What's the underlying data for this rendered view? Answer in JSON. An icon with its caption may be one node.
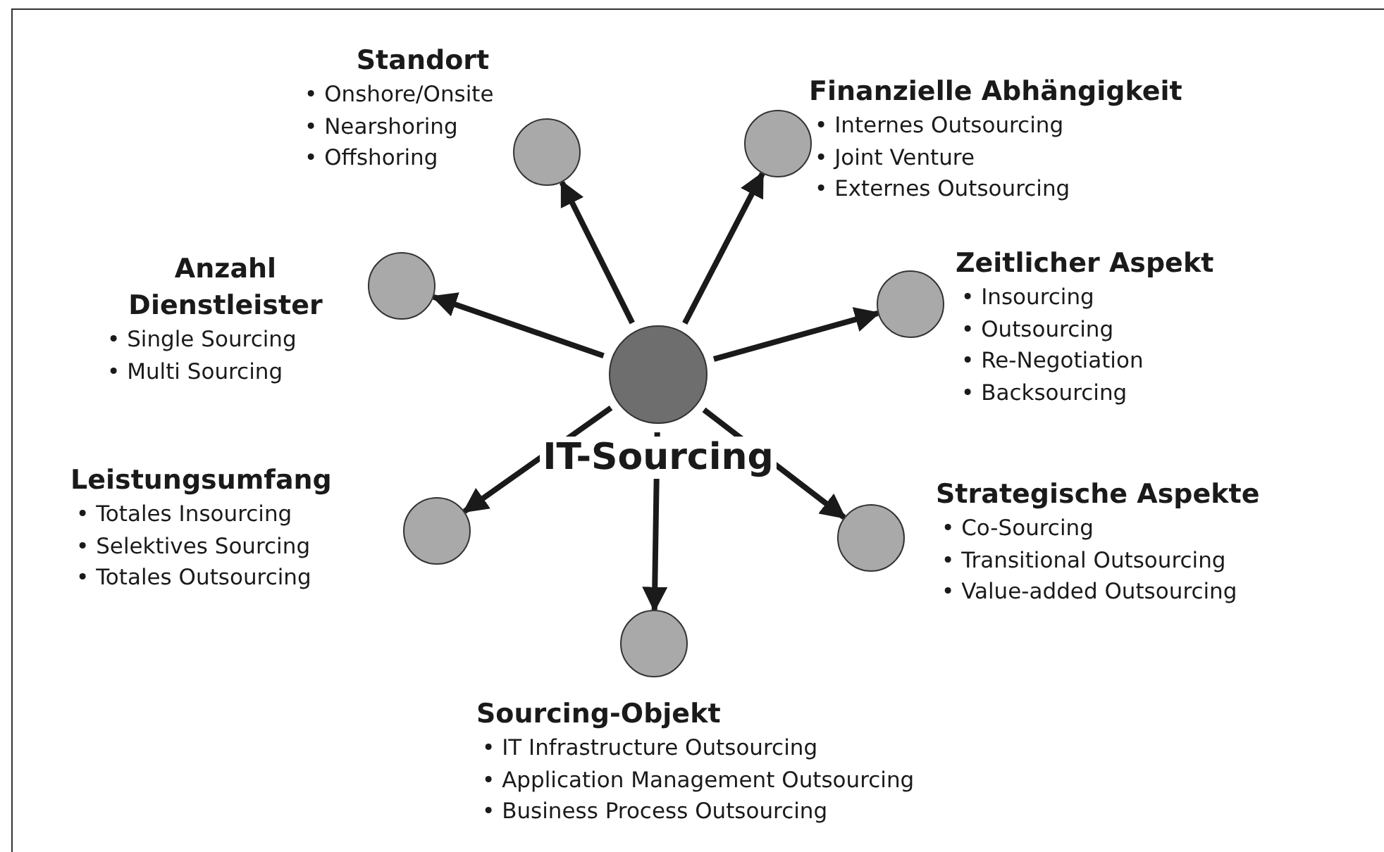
{
  "diagram": {
    "nodes": [
      {
        "text": [],
        "shape": "circle",
        "beside": [
          "Standort",
          "•  Onshore/Onsite",
          "•  Nearshoring",
          "•  Offshoring"
        ]
      },
      {
        "text": [],
        "shape": "circle",
        "beside": [
          "Finanzielle Abhängigkeit",
          "•  Internes Outsourcing",
          "•  Joint Venture",
          "•  Externes Outsourcing"
        ]
      },
      {
        "text": [],
        "shape": "circle",
        "beside": [
          "Anzahl Dienstleister",
          "•  Single Sourcing",
          "•  Multi Sourcing"
        ]
      },
      {
        "text": [],
        "shape": "circle",
        "beside": [
          "Zeitlicher Aspekt",
          "•  Insourcing",
          "•  Outsourcing",
          "•  Re-Negotiation",
          "•  Backsourcing"
        ]
      },
      {
        "text": [],
        "shape": "circle",
        "beside": [
          "IT-Sourcing"
        ]
      },
      {
        "text": [],
        "shape": "circle",
        "beside": [
          "Leistungsumfang",
          "•  Totales Insourcing",
          "•  Selektives Sourcing",
          "•  Totales Outsourcing"
        ]
      },
      {
        "text": [],
        "shape": "circle",
        "beside": [
          "Strategische Aspekte",
          "•  Co-Sourcing",
          "•  Transitional Outsourcing",
          "•  Value-added Outsourcing"
        ]
      },
      {
        "text": [],
        "shape": "circle",
        "beside": [
          "Sourcing-Objekt",
          "•  IT Infrastructure Outsourcing",
          "•  Application Management Outsourcing",
          "•  Business Process Outsourcing"
        ]
      }
    ],
    "edges": [
      {
        "from": 4,
        "to": 0,
        "arrow": "to"
      },
      {
        "from": 4,
        "to": 1,
        "arrow": "to"
      },
      {
        "from": 4,
        "to": 2,
        "arrow": "to"
      },
      {
        "from": 4,
        "to": 3,
        "arrow": "to"
      },
      {
        "from": 4,
        "to": 5,
        "arrow": "to"
      },
      {
        "from": 4,
        "to": 6,
        "arrow": "to"
      },
      {
        "from": 4,
        "to": 7,
        "arrow": "to"
      }
    ]
  }
}
